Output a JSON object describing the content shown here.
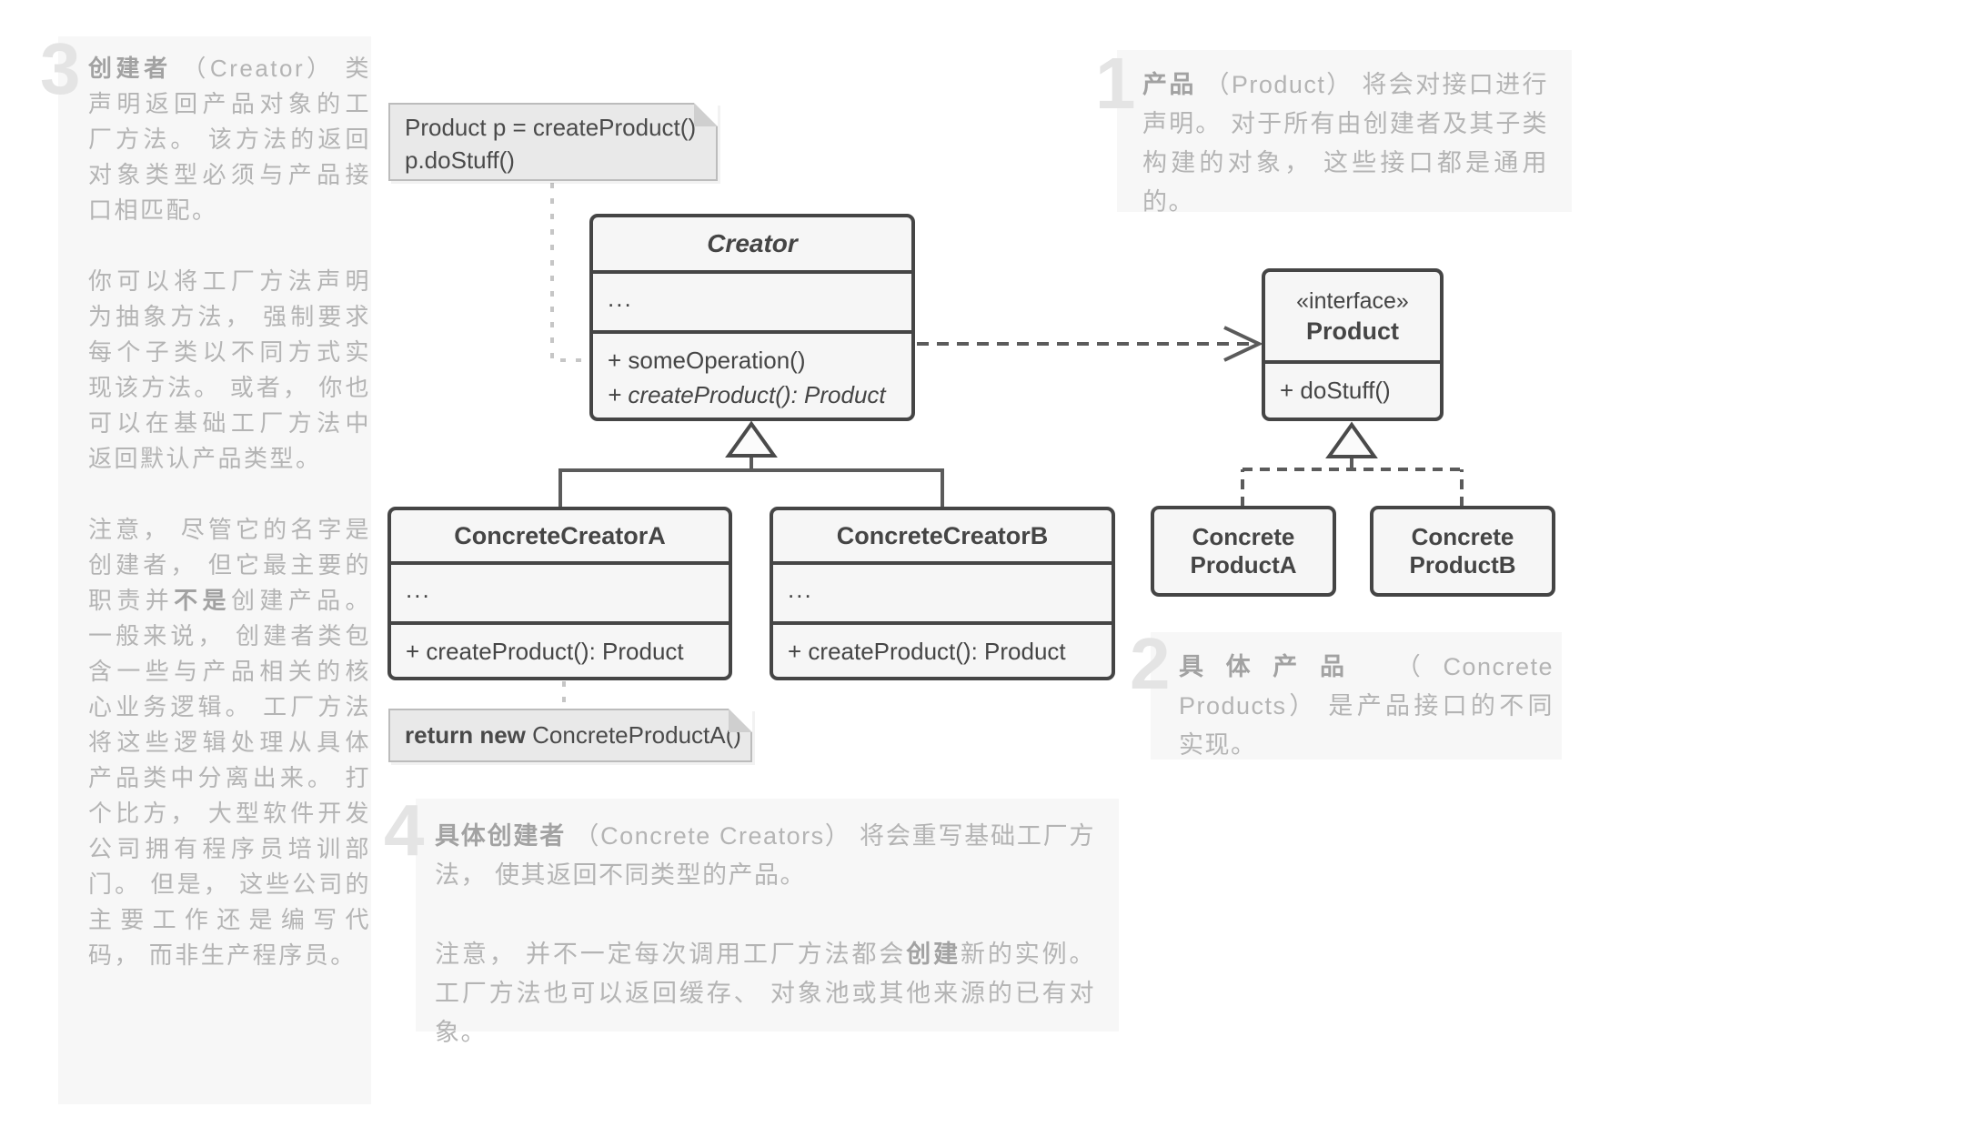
{
  "colors": {
    "page-bg": "#ffffff",
    "panel-bg": "#f7f7f7",
    "numeral": "#e4e4e4",
    "annotation-text": "#b4b4b4",
    "annotation-bold": "#a2a2a2",
    "uml-border": "#454545",
    "uml-text": "#454545",
    "uml-fill": "#f6f6f6",
    "note-fill": "#e9e9e9",
    "note-border": "#bcbcbc",
    "note-fold": "#cfcfcf",
    "note-text": "#4a4a4a",
    "connector-dark": "#5b5b5b",
    "connector-light": "#c6c6c6"
  },
  "annotations": {
    "creator": {
      "number": "3",
      "term": "创建者",
      "p1_rest": " （Creator） 类声明返回产品对象的工厂方法。 该方法的返回对象类型必须与产品接口相匹配。",
      "p2": "你可以将工厂方法声明为抽象方法， 强制要求每个子类以不同方式实现该方法。 或者， 你也可以在基础工厂方法中返回默认产品类型。",
      "p3_a": "注意， 尽管它的名字是创建者， 但它最主要的职责并",
      "p3_bold": "不是",
      "p3_b": "创建产品。 一般来说， 创建者类包含一些与产品相关的核心业务逻辑。 工厂方法将这些逻辑处理从具体产品类中分离出来。 打个比方， 大型软件开发公司拥有程序员培训部门。 但是， 这些公司的主要工作还是编写代码， 而非生产程序员。"
    },
    "product": {
      "number": "1",
      "term": "产品",
      "rest": " （Product） 将会对接口进行声明。 对于所有由创建者及其子类构建的对象， 这些接口都是通用的。"
    },
    "concrete_products": {
      "number": "2",
      "term": "具体产品",
      "rest": " （Concrete Products） 是产品接口的不同实现。"
    },
    "concrete_creators": {
      "number": "4",
      "term": "具体创建者",
      "p1_rest": " （Concrete Creators） 将会重写基础工厂方法， 使其返回不同类型的产品。",
      "p2_a": "注意， 并不一定每次调用工厂方法都会",
      "p2_bold": "创建",
      "p2_b": "新的实例。 工厂方法也可以返回缓存、 对象池或其他来源的已有对象。"
    }
  },
  "diagram": {
    "code_note_line1": "Product p = createProduct()",
    "code_note_line2": "p.doStuff()",
    "creator": {
      "title": "Creator",
      "fields": "...",
      "method_1": "+ someOperation()",
      "method_2": "+ createProduct(): Product"
    },
    "product": {
      "stereotype": "«interface»",
      "title": "Product",
      "method": "+ doStuff()"
    },
    "concrete_creator_a": {
      "title": "ConcreteCreatorA",
      "fields": "...",
      "method": "+ createProduct(): Product"
    },
    "concrete_creator_b": {
      "title": "ConcreteCreatorB",
      "fields": "...",
      "method": "+ createProduct(): Product"
    },
    "concrete_product_a": {
      "title_line1": "Concrete",
      "title_line2": "ProductA"
    },
    "concrete_product_b": {
      "title_line1": "Concrete",
      "title_line2": "ProductB"
    },
    "return_note_bold": "return new",
    "return_note_rest": " ConcreteProductA()"
  }
}
